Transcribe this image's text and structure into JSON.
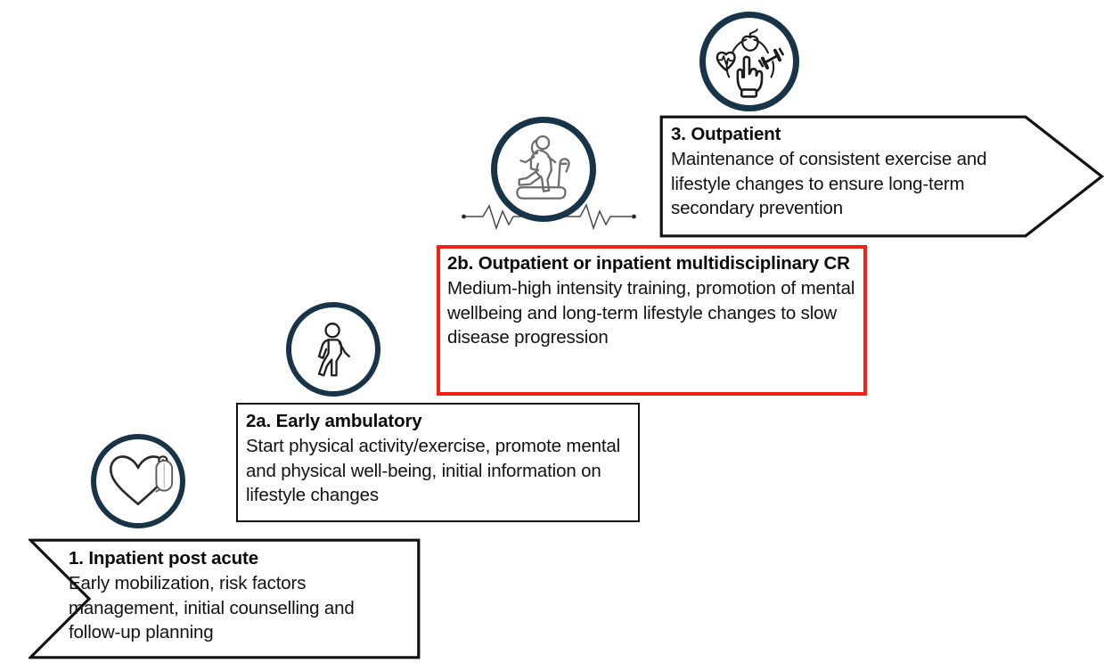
{
  "diagram": {
    "type": "cardiac-rehabilitation-phases-flow",
    "accent_red": "#f81f13",
    "icon_navy": "#173448",
    "outline_black": "#121212",
    "stages": [
      {
        "id": "stage-1",
        "number": "1.",
        "title": "1. Inpatient post acute",
        "description": "Early mobilization, risk factors management, initial counselling and follow-up planning",
        "shape": "chevron",
        "highlighted": false,
        "icon": "heart-stethoscope-icon"
      },
      {
        "id": "stage-2a",
        "number": "2a.",
        "title": "2a. Early ambulatory",
        "description": "Start physical activity/exercise, promote mental and physical well-being, initial information on lifestyle changes",
        "shape": "rectangle",
        "highlighted": false,
        "icon": "walking-person-icon"
      },
      {
        "id": "stage-2b",
        "number": "2b.",
        "title": "2b. Outpatient or inpatient multidisciplinary CR",
        "description": "Medium-high intensity training, promotion of mental wellbeing and long-term lifestyle changes to slow disease progression",
        "shape": "rectangle",
        "highlighted": true,
        "icon": "treadmill-runner-icon"
      },
      {
        "id": "stage-3",
        "number": "3.",
        "title": "3. Outpatient",
        "description": "Maintenance of consistent exercise and lifestyle changes to ensure long-term secondary prevention",
        "shape": "arrow-pentagon",
        "highlighted": false,
        "icon": "healthy-lifestyle-choice-icon"
      }
    ],
    "decorations": [
      {
        "name": "ecg-pulse-line",
        "description": "heartbeat trace beneath treadmill icon"
      }
    ]
  }
}
